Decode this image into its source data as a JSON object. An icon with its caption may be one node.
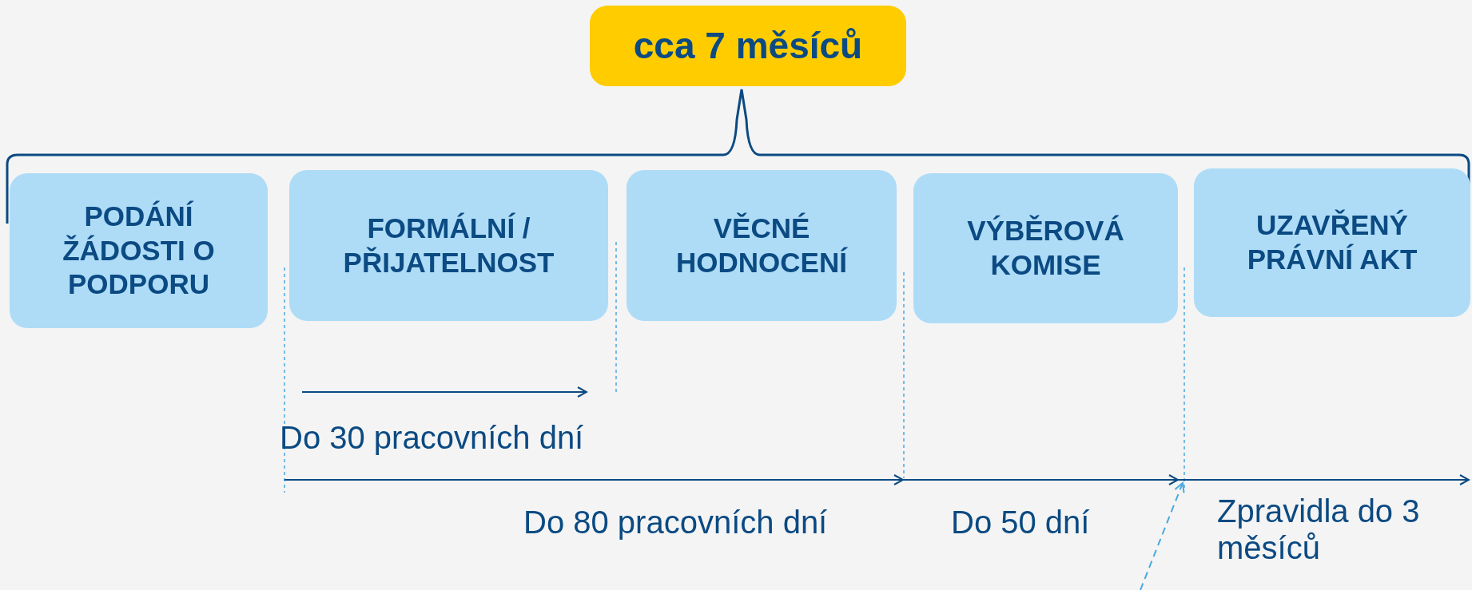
{
  "diagram": {
    "nodes": [
      {
        "text": [
          "cca 7 měsíců"
        ]
      },
      {
        "text": [
          "PODÁNÍ ŽÁDOSTI O PODPORU"
        ]
      },
      {
        "text": [
          "FORMÁLNÍ / PŘIJATELNOST"
        ]
      },
      {
        "text": [
          "VĚCNÉ HODNOCENÍ"
        ]
      },
      {
        "text": [
          "VÝBĚROVÁ KOMISE"
        ]
      },
      {
        "text": [
          "UZAVŘENÝ PRÁVNÍ AKT"
        ]
      }
    ],
    "labels": [
      "Do 30 pracovních dní",
      "Do 80 pracovních dní",
      "Do 50 dní",
      "Zpravidla do 3 měsíců"
    ]
  }
}
